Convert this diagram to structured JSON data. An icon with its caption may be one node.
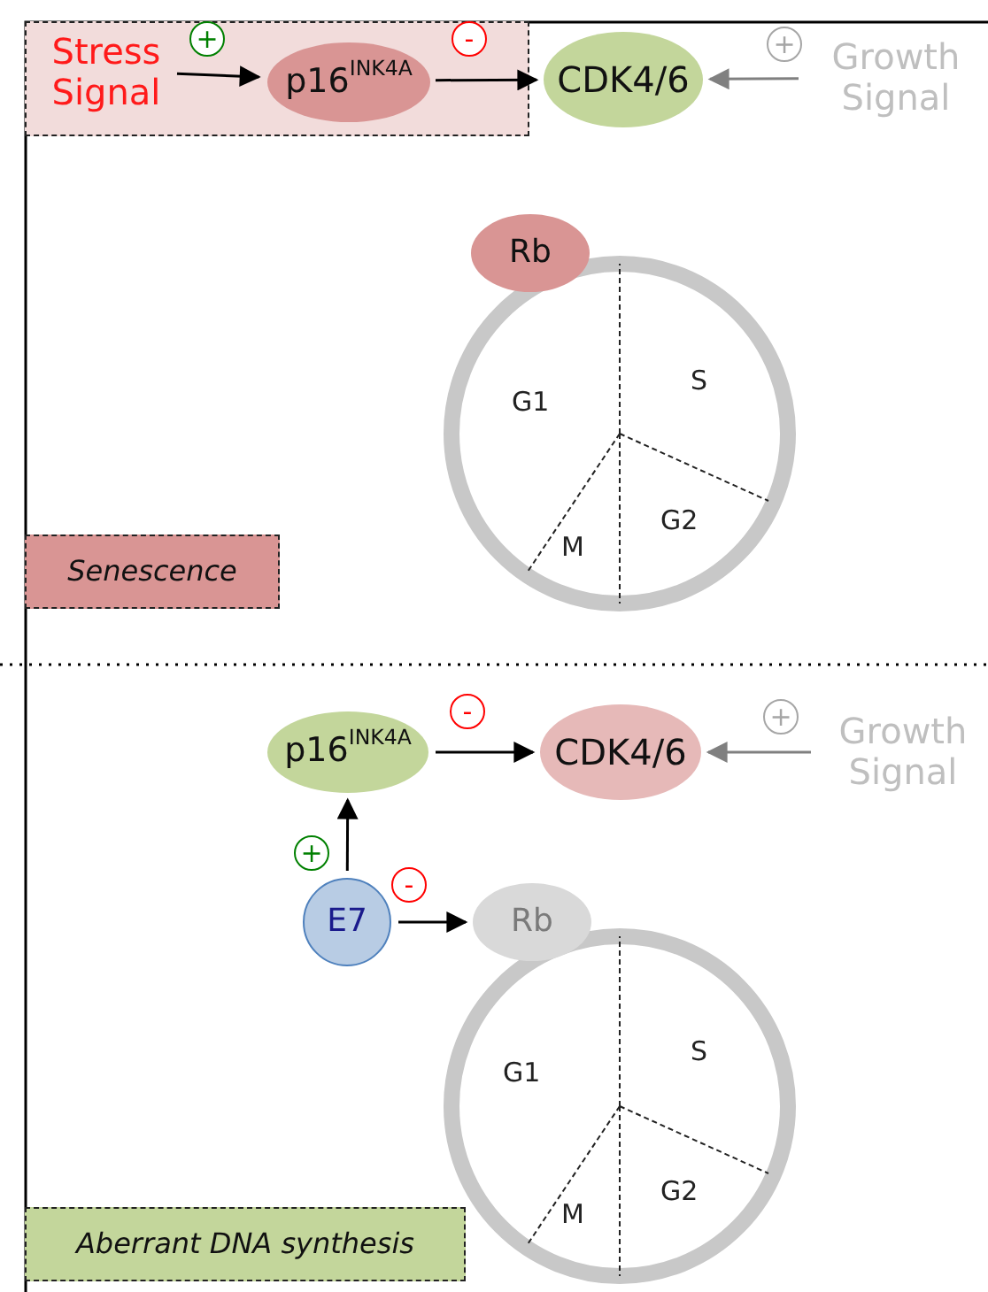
{
  "diagram": {
    "nodes": [
      {
        "text": [],
        "shape": "box"
      },
      {
        "text": [
          "Stress Signal"
        ],
        "in": 0
      },
      {
        "text": [
          "p16$^{INK4A}$"
        ],
        "in": 0
      },
      {
        "text": [
          "CDK4/6"
        ]
      },
      {
        "text": [
          "Growth Signal"
        ]
      },
      {
        "text": [
          "Rb"
        ]
      },
      {
        "text": [
          "Senescence"
        ]
      },
      {
        "text": [
          "p16$^{INK4A}$"
        ]
      },
      {
        "text": [
          "CDK4/6"
        ]
      },
      {
        "text": [
          "Growth Signal"
        ]
      },
      {
        "text": [
          "E7"
        ]
      },
      {
        "text": [
          "Rb"
        ]
      },
      {
        "text": [
          "Aberrant DNA synthesis"
        ]
      }
    ],
    "edges": [
      {
        "from": 1,
        "to": 2,
        "arrow": "to",
        "label": "+"
      },
      {
        "from": 2,
        "to": 3,
        "arrow": "to",
        "label": "-"
      },
      {
        "from": 4,
        "to": 3,
        "arrow": "to",
        "label": "+",
        "color": "#808080"
      },
      {
        "from": 10,
        "to": 7,
        "arrow": "to",
        "label": "+"
      },
      {
        "from": 7,
        "to": 8,
        "arrow": "to",
        "label": "-"
      },
      {
        "from": 9,
        "to": 8,
        "arrow": "to",
        "label": "+",
        "color": "#808080"
      },
      {
        "from": 10,
        "to": 11,
        "arrow": "to",
        "label": "-"
      }
    ],
    "labels": [
      "G1",
      "S",
      "G2",
      "M",
      "G1",
      "S",
      "G2",
      "M"
    ]
  }
}
